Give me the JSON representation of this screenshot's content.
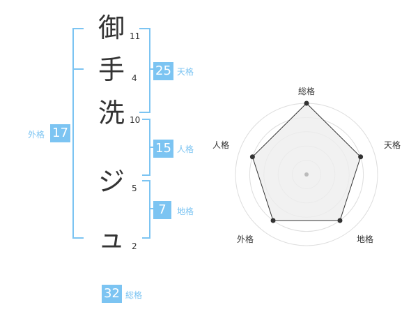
{
  "name": {
    "chars": [
      {
        "char": "御",
        "strokes": "11"
      },
      {
        "char": "手",
        "strokes": "4"
      },
      {
        "char": "洗",
        "strokes": "10"
      },
      {
        "char": "ジ",
        "strokes": "5"
      },
      {
        "char": "ュ",
        "strokes": "2"
      }
    ]
  },
  "scores": {
    "tenkaku": {
      "label": "天格",
      "value": "25"
    },
    "jinkaku": {
      "label": "人格",
      "value": "15"
    },
    "chikaku": {
      "label": "地格",
      "value": "7"
    },
    "gaikaku": {
      "label": "外格",
      "value": "17"
    },
    "soukaku": {
      "label": "総格",
      "value": "32"
    }
  },
  "radar": {
    "labels": {
      "soukaku": "総格",
      "tenkaku": "天格",
      "chikaku": "地格",
      "gaikaku": "外格",
      "jinkaku": "人格"
    },
    "levels": {
      "soukaku": 1.0,
      "tenkaku": 0.8,
      "chikaku": 0.8,
      "gaikaku": 0.8,
      "jinkaku": 0.8
    },
    "colors": {
      "ring": "#dddddd",
      "fill": "#eeeeee",
      "line": "#333333",
      "center": "#bbbbbb"
    }
  }
}
